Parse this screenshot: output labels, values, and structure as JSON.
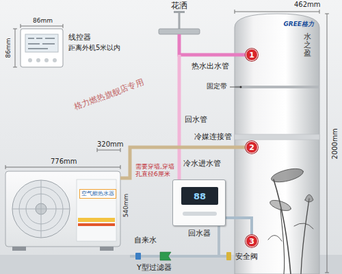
{
  "diagram": {
    "nodes": [
      {
        "text": [
          "GREE格力",
          "水之盈"
        ]
      },
      {
        "text": [
          "1"
        ],
        "in": 0
      },
      {
        "text": [
          "2"
        ],
        "in": 0
      },
      {
        "text": [
          "3"
        ],
        "in": 0
      },
      {
        "text": [
          "空气能热水器"
        ]
      },
      {
        "text": [
          "88",
          "回水器"
        ]
      }
    ],
    "edges": [
      {
        "from": 4,
        "to": 2,
        "arrow": "none",
        "label": "冷媒连接管"
      },
      {
        "from": 5,
        "to": 3,
        "arrow": "none"
      }
    ],
    "labels": [
      "花洒",
      "462mm",
      "86mm",
      "86mm",
      "线控器",
      "距离外机5米以内",
      "热水出水管",
      "固定带",
      "2000mm",
      "回水管",
      "776mm",
      "320mm",
      "冷水进水管",
      "需要穿墙,穿墙孔直径6厘米",
      "540mm",
      "自来水",
      "Y型过滤器",
      "安全阀",
      "格力燃热旗舰店专用"
    ]
  }
}
